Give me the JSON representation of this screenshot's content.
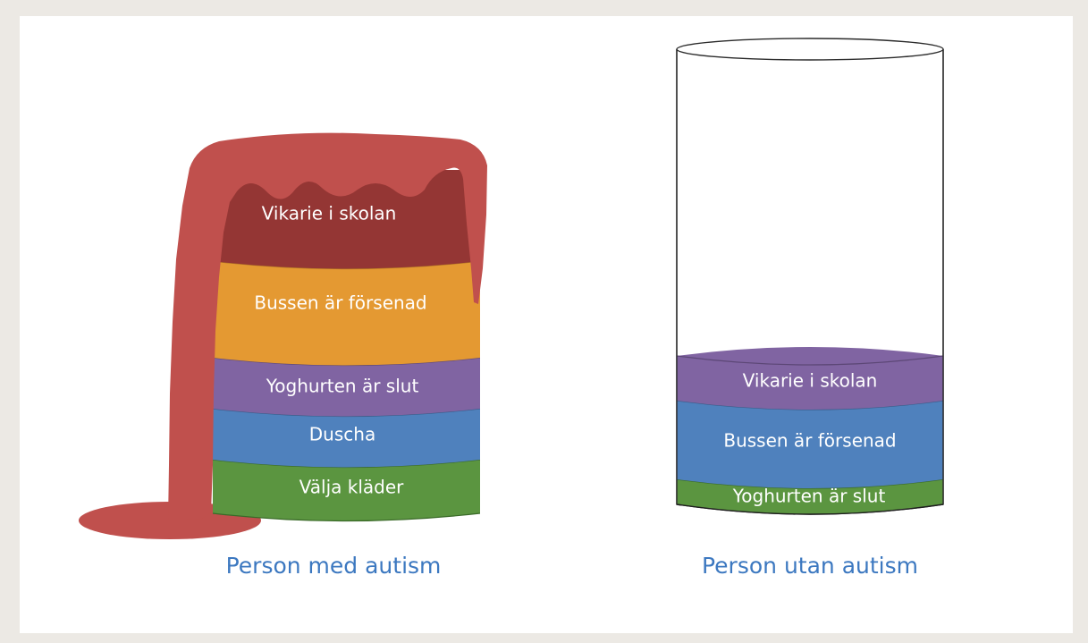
{
  "colors": {
    "background": "#ece9e4",
    "slide": "#ffffff",
    "overflow_red": "#c0504d",
    "dark_red": "#943634",
    "orange": "#e49932",
    "purple": "#8064a2",
    "blue": "#4f81bd",
    "green": "#5b9540",
    "caption_blue": "#3c78c0"
  },
  "left_stack": {
    "caption": "Person med autism",
    "layers": [
      {
        "label": "Vikarie i skolan",
        "color": "dark_red"
      },
      {
        "label": "Bussen är försenad",
        "color": "orange"
      },
      {
        "label": "Yoghurten är slut",
        "color": "purple"
      },
      {
        "label": "Duscha",
        "color": "blue"
      },
      {
        "label": "Välja kläder",
        "color": "green"
      }
    ],
    "overflowing": true
  },
  "right_stack": {
    "caption": "Person utan autism",
    "layers": [
      {
        "label": "Vikarie i skolan",
        "color": "purple"
      },
      {
        "label": "Bussen är försenad",
        "color": "blue"
      },
      {
        "label": "Yoghurten är slut",
        "color": "green"
      }
    ],
    "container": "empty-cylinder"
  }
}
